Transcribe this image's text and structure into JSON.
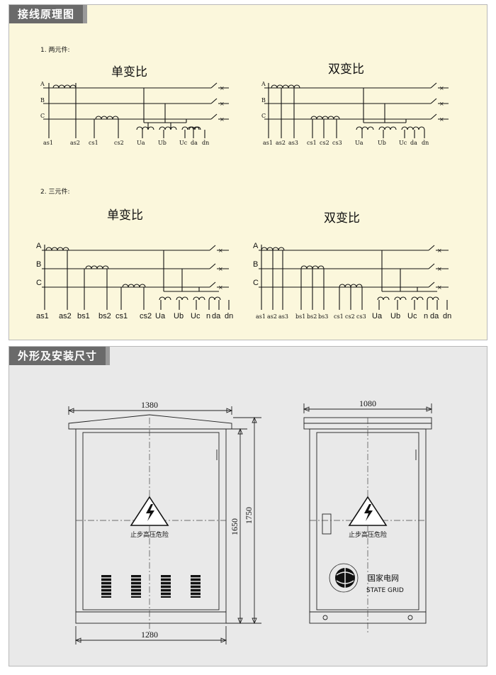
{
  "section1": {
    "header": "接线原理图"
  },
  "section2": {
    "header": "外形及安装尺寸"
  },
  "two_element": {
    "label": "1. 两元件:",
    "single": {
      "title": "单变比",
      "phases": [
        "A",
        "B",
        "C"
      ],
      "terminals": [
        "as1",
        "as2",
        "cs1",
        "cs2",
        "Ua",
        "Ub",
        "Uc",
        "da",
        "dn"
      ]
    },
    "dual": {
      "title": "双变比",
      "phases": [
        "A",
        "B",
        "C"
      ],
      "terminals": [
        "as1",
        "as2",
        "as3",
        "cs1",
        "cs2",
        "cs3",
        "Ua",
        "Ub",
        "Uc",
        "da",
        "dn"
      ]
    }
  },
  "three_element": {
    "label": "2. 三元件:",
    "single": {
      "title": "单变比",
      "phases": [
        "A",
        "B",
        "C"
      ],
      "terminals": [
        "as1",
        "as2",
        "bs1",
        "bs2",
        "cs1",
        "cs2",
        "Ua",
        "Ub",
        "Uc",
        "n",
        "da",
        "dn"
      ]
    },
    "dual": {
      "title": "双变比",
      "phases": [
        "A",
        "B",
        "C"
      ],
      "terminals": [
        "as1",
        "as2",
        "as3",
        "bs1",
        "bs2",
        "bs3",
        "cs1",
        "cs2",
        "cs3",
        "Ua",
        "Ub",
        "Uc",
        "n",
        "da",
        "dn"
      ]
    }
  },
  "front_view": {
    "width_top": "1380",
    "width_bottom": "1280",
    "height_body": "1650",
    "height_total": "1750",
    "warning_text": "止步高压危险"
  },
  "side_view": {
    "width_top": "1080",
    "warning_text": "止步高压危险",
    "brand_cn": "国家电网",
    "brand_en": "STATE GRID"
  },
  "colors": {
    "panel1_bg": "#fbf7dc",
    "panel2_bg": "#e9e9e9",
    "header_bg": "#6a6a6a"
  }
}
